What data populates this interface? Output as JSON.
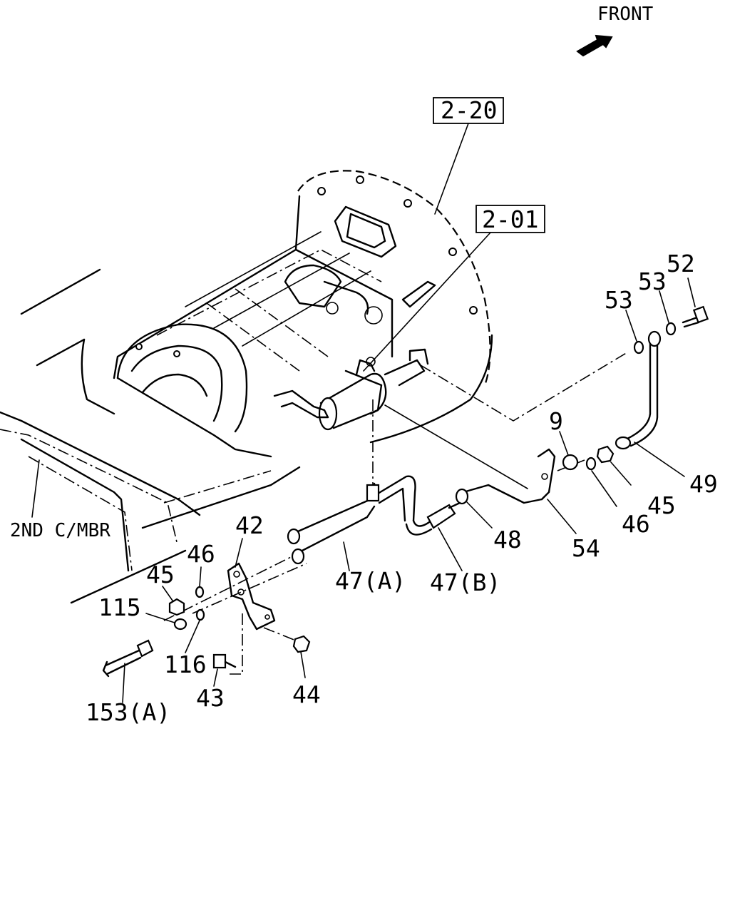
{
  "direction": {
    "label": "FRONT",
    "icon": "front-arrow-icon"
  },
  "member_label": "2ND C/MBR",
  "ref_boxes": [
    "2-20",
    "2-01"
  ],
  "callouts": {
    "p9": "9",
    "p42": "42",
    "p43": "43",
    "p44": "44",
    "p45_left": "45",
    "p45_right": "45",
    "p46_left": "46",
    "p46_right": "46",
    "p47a": "47(A)",
    "p47b": "47(B)",
    "p48": "48",
    "p49": "49",
    "p52": "52",
    "p53_left": "53",
    "p53_right": "53",
    "p54": "54",
    "p115": "115",
    "p116": "116",
    "p153a": "153(A)"
  }
}
